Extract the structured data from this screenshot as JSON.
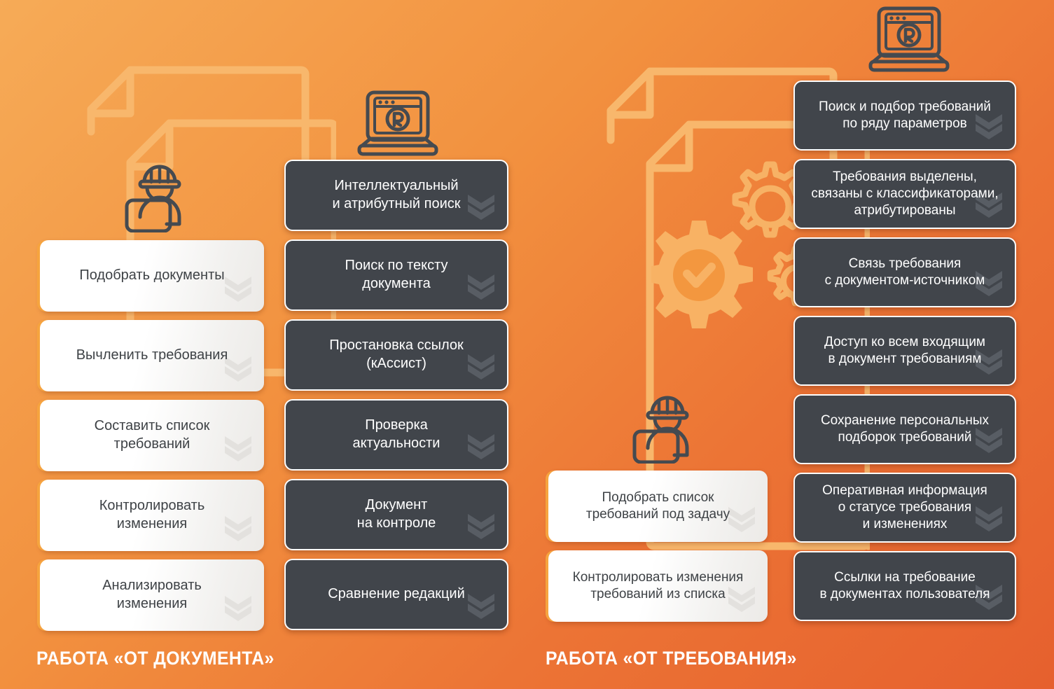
{
  "palette": {
    "bg_light": "#f6ab57",
    "bg_dark": "#e6602e",
    "card_dark_bg": "#41454b",
    "card_light_bg": "#ffffff",
    "accent_orange": "#f6a43f",
    "decor_outline": "#f7b265",
    "icon_stroke": "#454a50",
    "chevron_light": "#e3e1de",
    "chevron_dark": "#585d64"
  },
  "icons": {
    "laptop_left": "laptop-registered-icon",
    "laptop_right": "laptop-registered-icon",
    "worker_left": "worker-monitor-icon",
    "worker_right": "worker-monitor-icon",
    "gears": "gears-check-icon",
    "documents_left": "stacked-documents-icon",
    "documents_right": "stacked-documents-icon",
    "chevron": "double-chevron-down-icon"
  },
  "sections": [
    {
      "id": "from-document",
      "title": "РАБОТА «ОТ ДОКУМЕНТА»",
      "tasks_column": {
        "label": "tasks",
        "cards": [
          {
            "text": "Подобрать документы"
          },
          {
            "text": "Вычленить требования"
          },
          {
            "text": "Составить список\nтребований"
          },
          {
            "text": "Контролировать\nизменения"
          },
          {
            "text": "Анализировать\nизменения"
          }
        ]
      },
      "features_column": {
        "label": "features",
        "cards": [
          {
            "text": "Интеллектуальный\nи атрибутный поиск"
          },
          {
            "text": "Поиск по тексту\nдокумента"
          },
          {
            "text": "Простановка ссылок\n(кАссист)"
          },
          {
            "text": "Проверка\nактуальности"
          },
          {
            "text": "Документ\nна контроле"
          },
          {
            "text": "Сравнение редакций"
          }
        ]
      }
    },
    {
      "id": "from-requirement",
      "title": "РАБОТА «ОТ ТРЕБОВАНИЯ»",
      "tasks_column": {
        "label": "tasks",
        "cards": [
          {
            "text": "Подобрать список\nтребований под задачу"
          },
          {
            "text": "Контролировать изменения\nтребований из списка"
          }
        ]
      },
      "features_column": {
        "label": "features",
        "cards": [
          {
            "text": "Поиск и подбор требований\nпо ряду параметров"
          },
          {
            "text": "Требования выделены,\nсвязаны с классификаторами,\nатрибутированы"
          },
          {
            "text": "Связь требования\nс документом-источником"
          },
          {
            "text": "Доступ ко всем входящим\nв документ требованиям"
          },
          {
            "text": "Сохранение персональных\nподборок требований"
          },
          {
            "text": "Оперативная информация\nо статусе требования\nи изменениях"
          },
          {
            "text": "Ссылки на требование\nв документах пользователя"
          }
        ]
      }
    }
  ]
}
